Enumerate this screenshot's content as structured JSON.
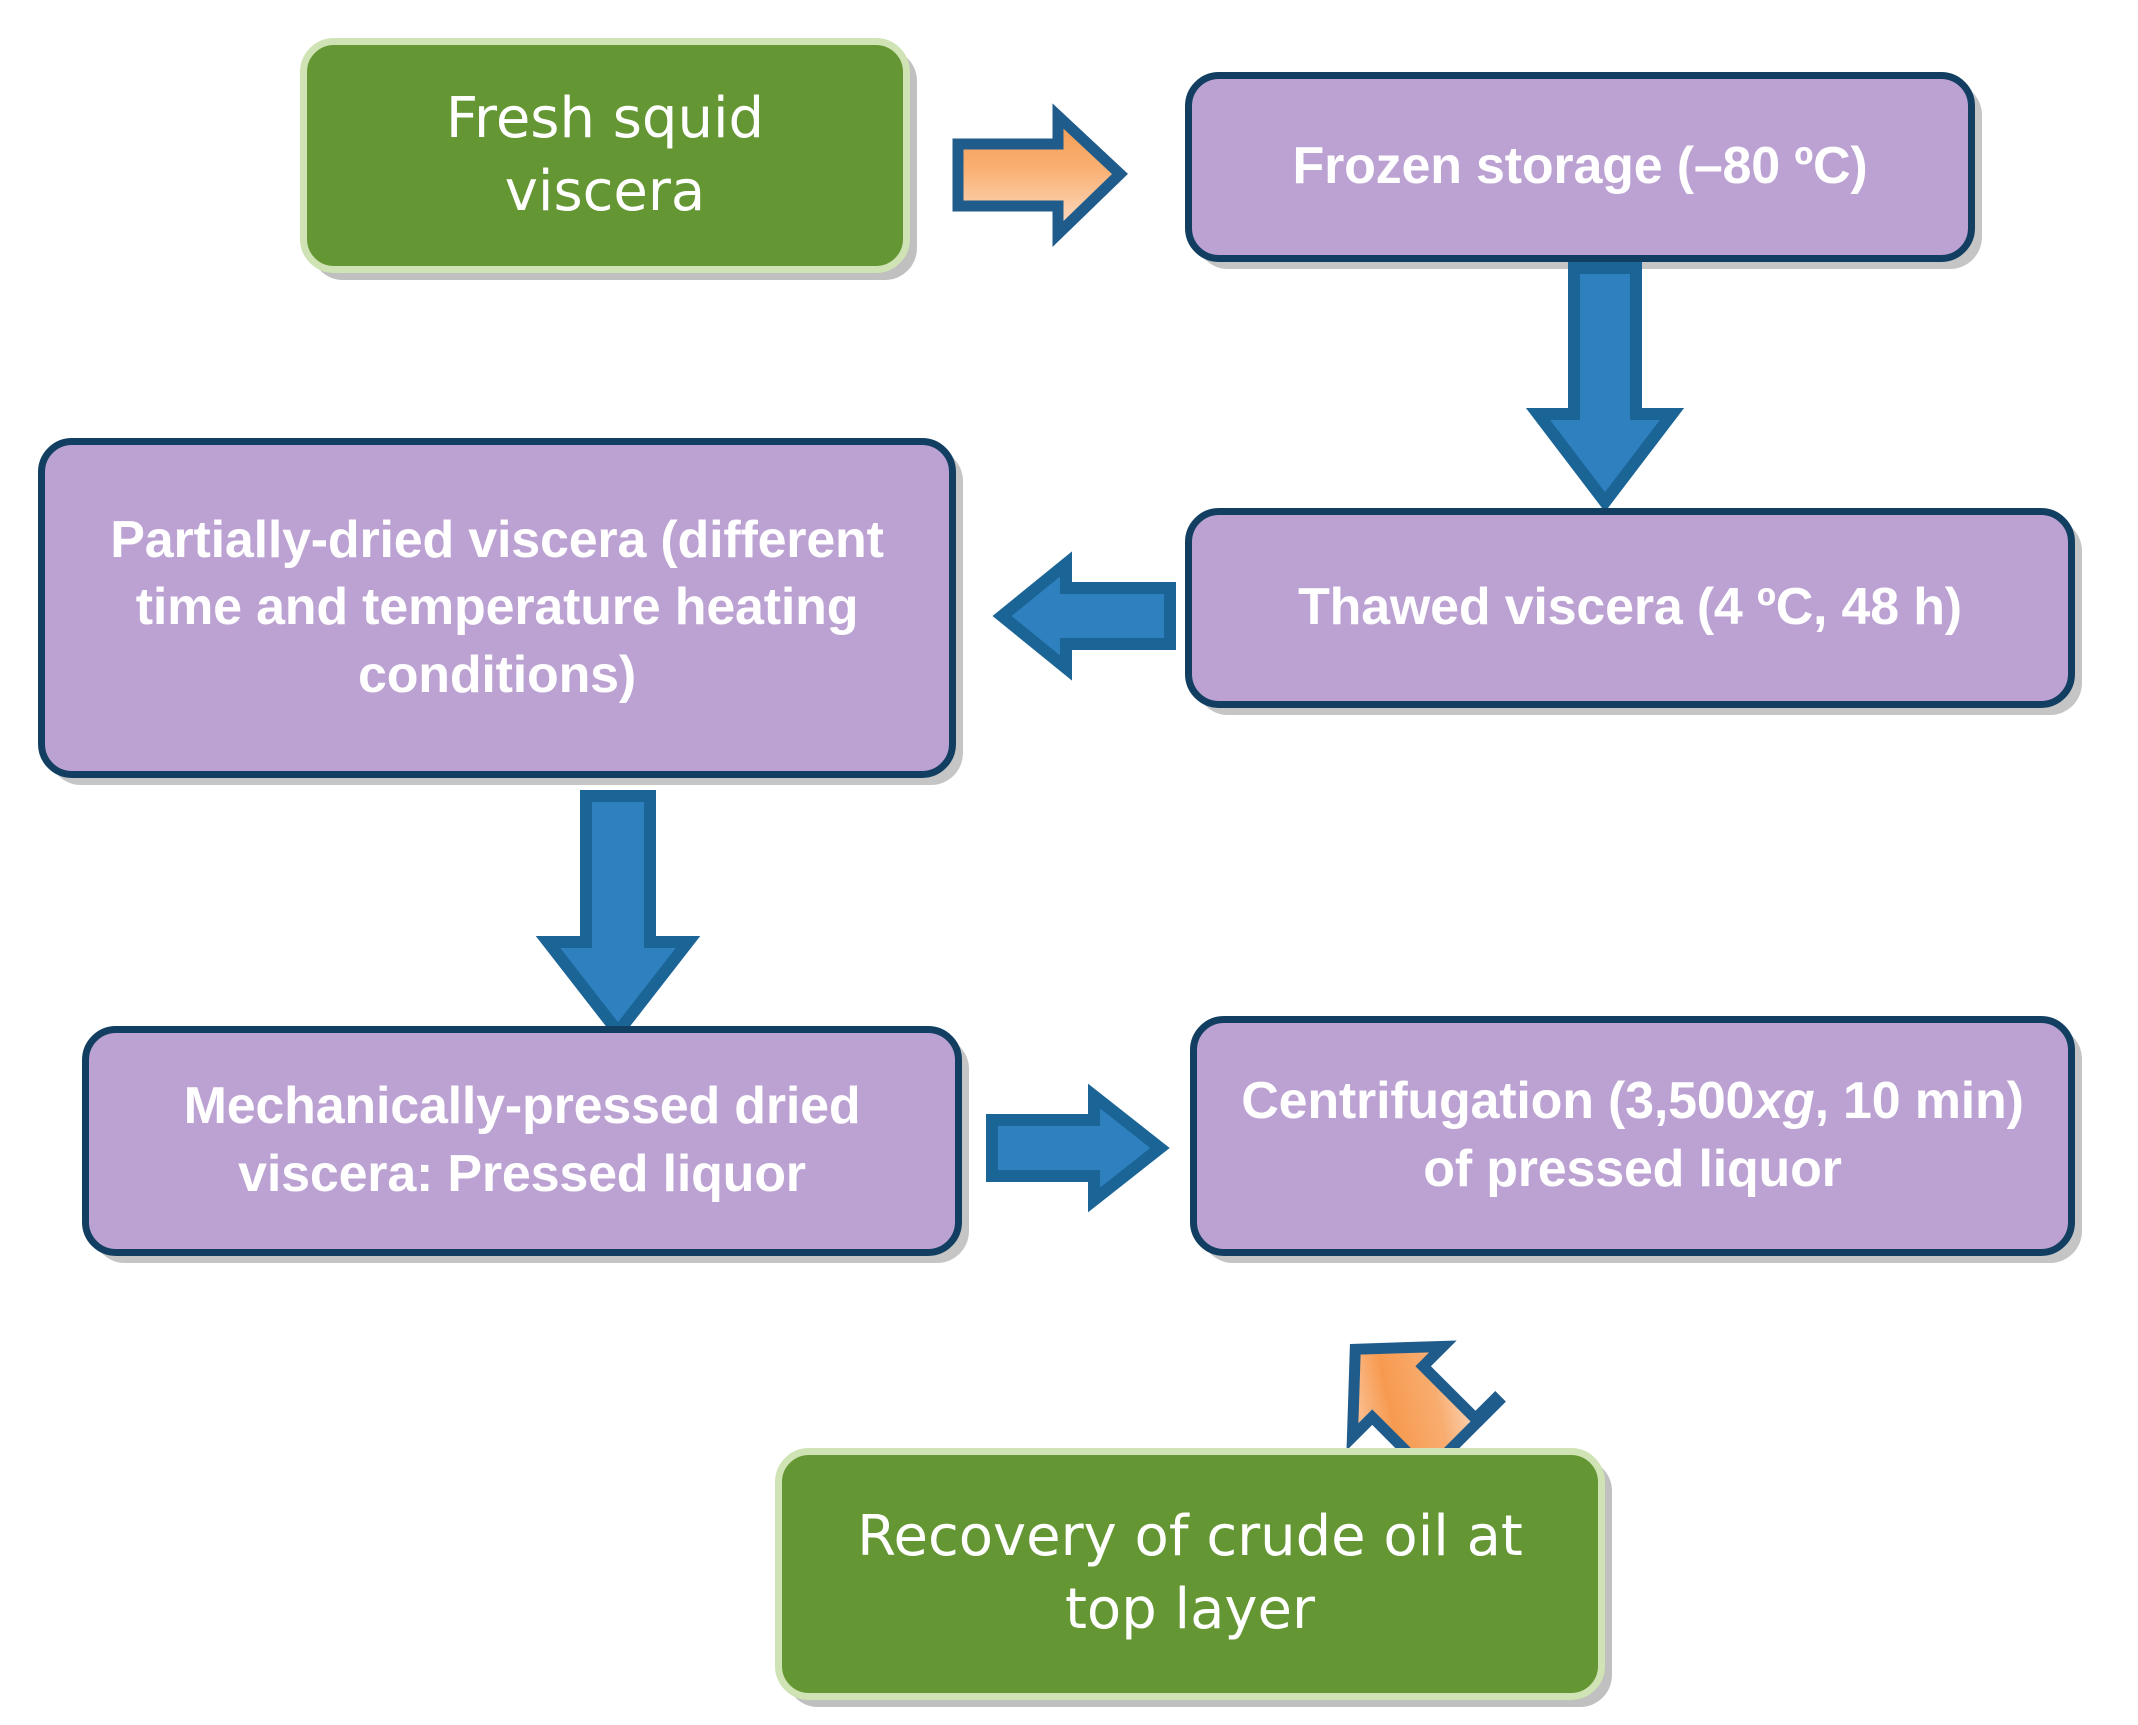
{
  "diagram": {
    "title": "Squid viscera crude oil recovery process flowchart",
    "type": "process-flowchart",
    "colors": {
      "green_fill": "#649633",
      "green_border": "#cfe3b4",
      "purple_fill": "#bca2d2",
      "purple_border": "#123f61",
      "blue_arrow_fill": "#2e80be",
      "blue_arrow_stroke": "#1a6496",
      "orange_arrow_top": "#f6a45c",
      "orange_arrow_bottom": "#fde3cf",
      "orange_arrow_stroke": "#1f5c8c",
      "text": "#ffffff"
    },
    "nodes": [
      {
        "id": "fresh-squid-viscera",
        "label": "Fresh squid\nviscera",
        "style": "green"
      },
      {
        "id": "frozen-storage",
        "label": "Frozen storage (–80 ºC)",
        "style": "purple"
      },
      {
        "id": "thawed-viscera",
        "label": "Thawed viscera (4 ºC, 48 h)",
        "style": "purple"
      },
      {
        "id": "partially-dried-viscera",
        "label": "Partially-dried  viscera (different time and  temperature heating conditions)",
        "style": "purple"
      },
      {
        "id": "mechanically-pressed-viscera",
        "label": "Mechanically-pressed  dried viscera: Pressed liquor",
        "style": "purple"
      },
      {
        "id": "centrifugation",
        "label_part1": "Centrifugation  (3,500",
        "label_italic": "xg",
        "label_part2": ", 10 min) of pressed  liquor",
        "style": "purple"
      },
      {
        "id": "recovery-crude-oil",
        "label": "Recovery of crude oil at\ntop layer",
        "style": "green"
      }
    ],
    "connectors": [
      {
        "id": "arrow-fresh-to-frozen",
        "type": "orange",
        "direction": "right"
      },
      {
        "id": "arrow-frozen-to-thawed",
        "type": "blue",
        "direction": "down"
      },
      {
        "id": "arrow-thawed-to-partially-dried",
        "type": "blue",
        "direction": "left"
      },
      {
        "id": "arrow-partially-dried-to-pressed",
        "type": "blue",
        "direction": "down"
      },
      {
        "id": "arrow-pressed-to-centrifugation",
        "type": "blue",
        "direction": "right"
      },
      {
        "id": "arrow-centrifugation-to-recovery",
        "type": "orange",
        "direction": "down-left"
      }
    ]
  }
}
